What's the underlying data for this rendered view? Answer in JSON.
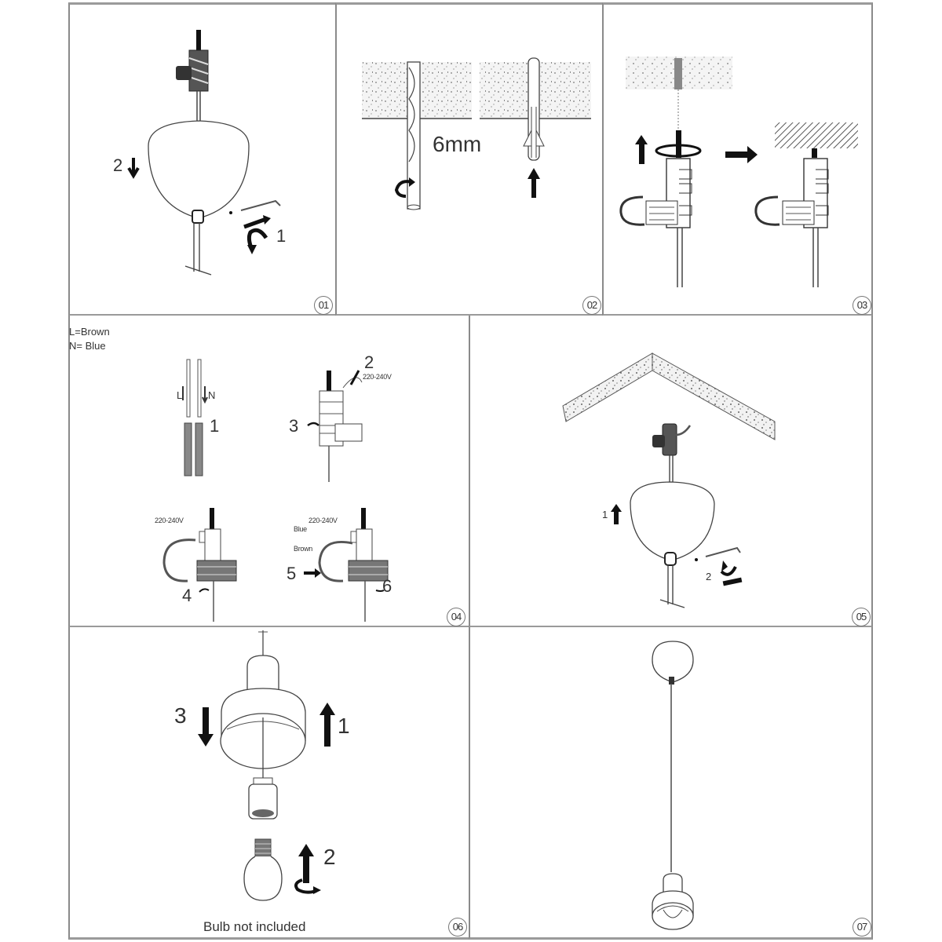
{
  "document": {
    "type": "pendant lamp installation instructions",
    "panels": [
      {
        "id": "01",
        "step_label": "01",
        "labels": {
          "step_1": "1",
          "step_2": "2"
        },
        "description": "Loosen screw on ceiling canopy (1) and slide canopy down (2)"
      },
      {
        "id": "02",
        "step_label": "02",
        "labels": {
          "drill_size": "6mm"
        },
        "description": "Drill 6mm hole in ceiling and insert wall plug"
      },
      {
        "id": "03",
        "step_label": "03",
        "labels": {},
        "description": "Screw mounting bracket into ceiling plug"
      },
      {
        "id": "04",
        "step_label": "04",
        "labels": {
          "legend_l": "L=Brown",
          "legend_n": "N= Blue",
          "wire_l": "L",
          "wire_n": "N",
          "step_1": "1",
          "step_2": "2",
          "step_3": "3",
          "step_4": "4",
          "step_5": "5",
          "step_6": "6",
          "voltage_a": "220-240V",
          "voltage_b": "220-240V",
          "voltage_c": "220-240V",
          "wire_blue": "Blue",
          "wire_brown": "Brown"
        },
        "description": "Wire connection: strip wires, connect mains to terminal block"
      },
      {
        "id": "05",
        "step_label": "05",
        "labels": {
          "step_1": "1",
          "step_2": "2"
        },
        "description": "Slide canopy up to ceiling (1) and tighten screw (2)"
      },
      {
        "id": "06",
        "step_label": "06",
        "labels": {
          "step_1": "1",
          "step_2": "2",
          "step_3": "3",
          "note": "Bulb not included"
        },
        "description": "Remove shade (1), fit bulb (2), refit shade (3)"
      },
      {
        "id": "07",
        "step_label": "07",
        "labels": {},
        "description": "Finished pendant lamp"
      }
    ]
  }
}
